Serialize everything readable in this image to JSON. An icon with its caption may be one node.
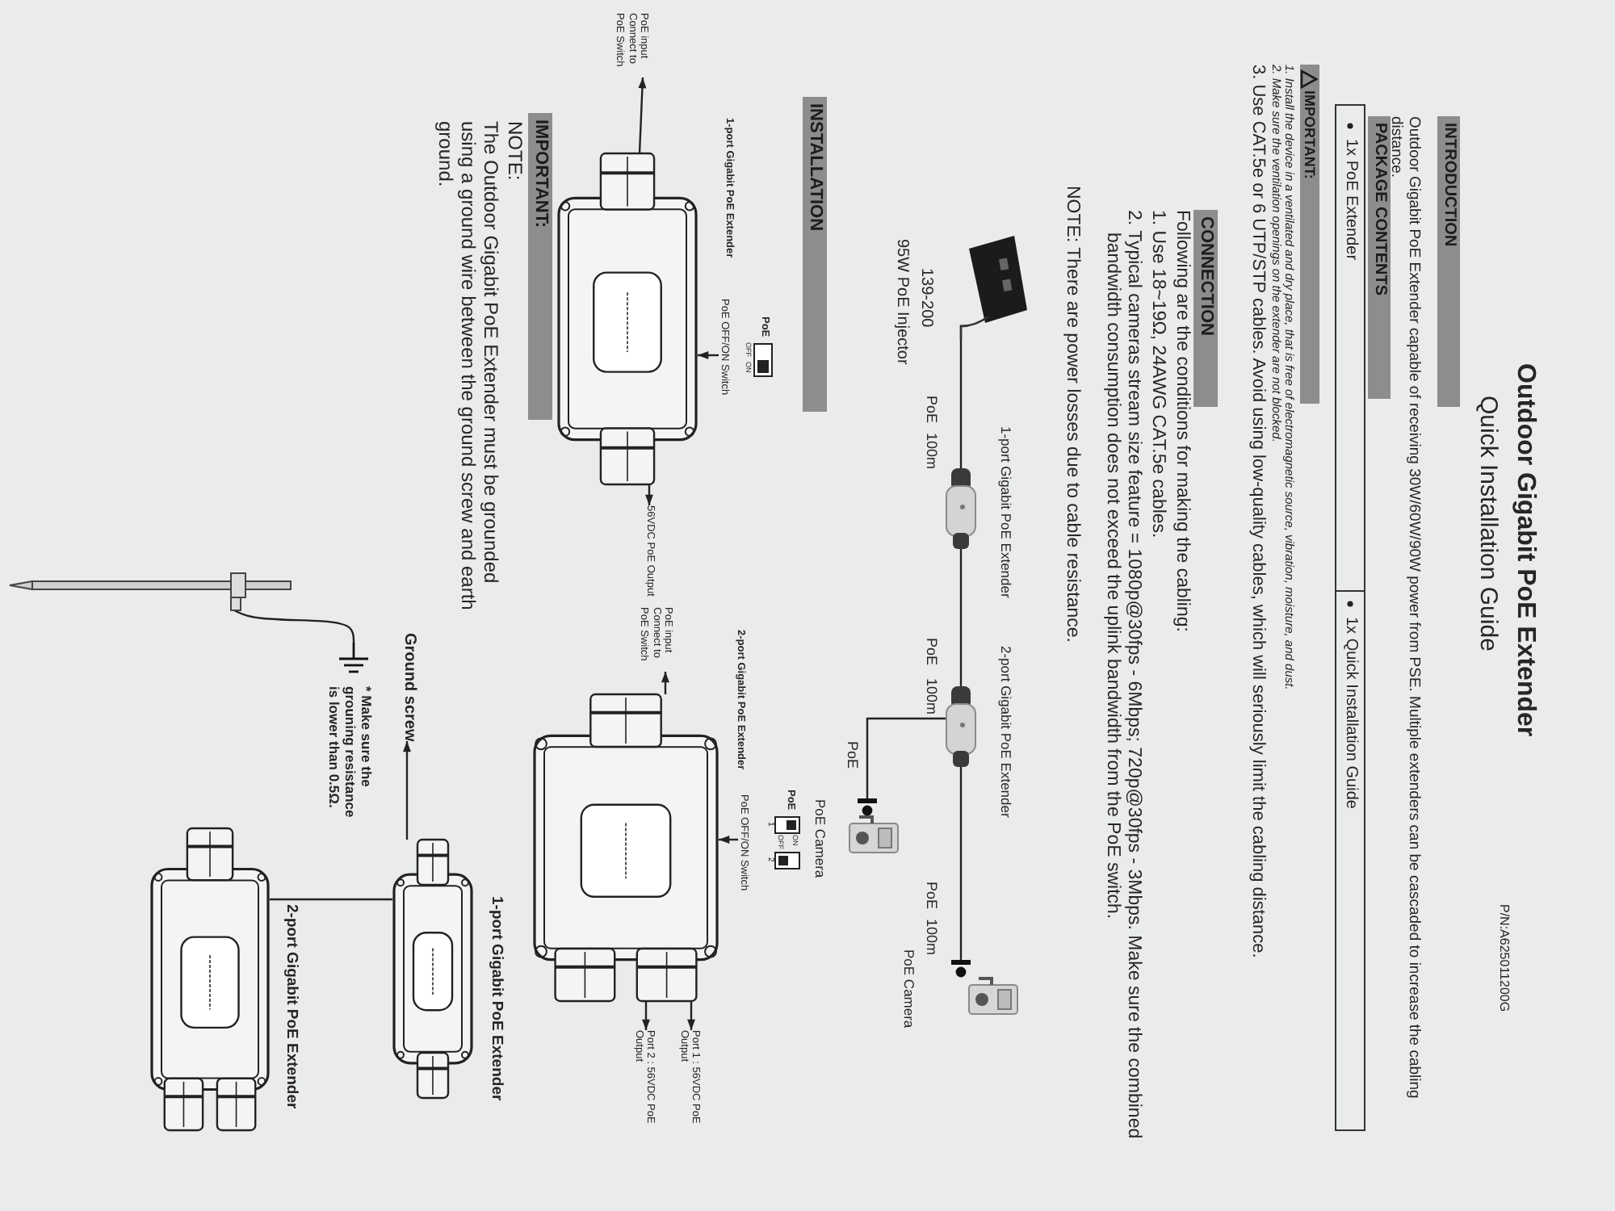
{
  "diagram": {
    "title": "Outdoor Gigabit PoE Extender",
    "nodes": [
      {
        "text": [],
        "shape": "picture",
        "beside": [
          "139-200",
          "95W PoE Injector"
        ]
      },
      {
        "text": [],
        "shape": "picture",
        "beside": [
          "1-port Gigabit PoE Extender"
        ]
      },
      {
        "text": [],
        "shape": "picture",
        "beside": [
          "2-port Gigabit PoE Extender"
        ]
      },
      {
        "text": [],
        "shape": "picture",
        "beside": [
          "PoE Camera"
        ]
      },
      {
        "text": [],
        "shape": "picture",
        "beside": [
          "PoE Camera"
        ]
      },
      {
        "text": [],
        "shape": "picture",
        "beside": [
          "1-port Gigabit PoE Extender"
        ]
      },
      {
        "text": [
          "PoE input Connect to PoE Switch"
        ]
      },
      {
        "text": [
          "56VDC PoE Output"
        ]
      },
      {
        "text": [
          "PoE OFF/ON Switch"
        ]
      },
      {
        "text": [],
        "shape": "picture",
        "beside": [
          "2-port Gigabit PoE Extender"
        ]
      },
      {
        "text": [
          "PoE input Connect to PoE Switch"
        ]
      },
      {
        "text": [
          "Port 1 : 56VDC PoE Output"
        ]
      },
      {
        "text": [
          "Port 2 : 56VDC PoE Output"
        ]
      },
      {
        "text": [
          "PoE OFF/ON Switch"
        ]
      },
      {
        "text": [],
        "shape": "picture",
        "beside": [
          "1-port Gigabit PoE Extender"
        ]
      },
      {
        "text": [],
        "shape": "picture",
        "beside": [
          "2-port Gigabit PoE Extender"
        ]
      },
      {
        "text": [
          "Ground screw"
        ]
      },
      {
        "text": [],
        "shape": "symbol"
      },
      {
        "text": [],
        "shape": "picture"
      }
    ],
    "edges": [
      {
        "from": 0,
        "to": 1,
        "arrow": "none",
        "label": "PoE"
      },
      {
        "from": 1,
        "to": 2,
        "arrow": "none",
        "label": "PoE"
      },
      {
        "from": 2,
        "to": 3,
        "arrow": "other",
        "label": "PoE"
      },
      {
        "from": 2,
        "to": 4,
        "arrow": "other",
        "label": "PoE"
      },
      {
        "from": 5,
        "to": 6,
        "arrow": "to"
      },
      {
        "from": 5,
        "to": 7,
        "arrow": "to"
      },
      {
        "from": 8,
        "to": 5,
        "arrow": "to"
      },
      {
        "from": 9,
        "to": 10,
        "arrow": "to"
      },
      {
        "from": 9,
        "to": 11,
        "arrow": "to"
      },
      {
        "from": 9,
        "to": 12,
        "arrow": "to"
      },
      {
        "from": 13,
        "to": 9,
        "arrow": "to"
      },
      {
        "from": 14,
        "to": 16,
        "arrow": "to"
      },
      {
        "from": 14,
        "to": 15,
        "arrow": "none"
      },
      {
        "from": 17,
        "to": 18,
        "arrow": "none"
      }
    ],
    "labels": [
      "Quick Installation Guide",
      "P/N:A625011200G",
      "INTRODUCTION",
      "Outdoor Gigabit PoE Extender capable of receiving 30W/60W/90W power from PSE. Multiple extenders can be cascaded to increase the cabling distance.",
      "PACKAGE CONTENTS",
      "1x PoE Extender",
      "1x Quick Installation Guide",
      "IMPORTANT:",
      "1. Install the device in a ventilated and dry place, that is free of electromagnetic source, vibration, moisture, and dust.",
      "2. Make sure the ventilation openings on the extender are not blocked.",
      "3. Use CAT.5e or 6 UTP/STP cables. Avoid using low-quality cables, which will seriously limit the cabling distance.",
      "CONNECTION",
      "Following are the conditions for making the cabling:",
      "1. Use 18~19Ω, 24AWG CAT.5e cables.",
      "2. Typical cameras stream size feature = 1080p@30fps - 6Mbps; 720p@30fps - 3Mbps. Make sure the combined bandwidth consumption does not exceed the uplink bandwidth from the PoE switch.",
      "NOTE: There are power losses due to cable resistance.",
      "100m",
      "100m",
      "100m",
      "INSTALLATION",
      "PoE",
      "OFF",
      "ON",
      "PoE",
      "ON",
      "OFF",
      "1",
      "2",
      "IMPORTANT:",
      "NOTE:",
      "The Outdoor Gigabit PoE Extender must be grounded using a ground wire between the ground screw and earth ground.",
      "* Make sure the grouning resistance is lower than 0.5Ω."
    ]
  }
}
